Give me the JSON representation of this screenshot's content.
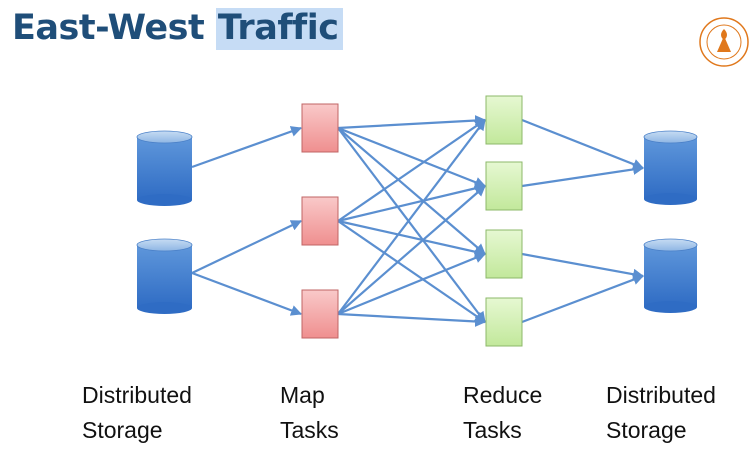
{
  "title": {
    "text1": "East-West",
    "text2": "Traffic"
  },
  "labels": {
    "storage_left": [
      "Distributed",
      "Storage"
    ],
    "map": [
      "Map",
      "Tasks"
    ],
    "reduce": [
      "Reduce",
      "Tasks"
    ],
    "storage_right": [
      "Distributed",
      "Storage"
    ]
  },
  "colors": {
    "title": "#1f4e79",
    "title_highlight": "#c6dcf5",
    "cylinder_top": "#9dc3e6",
    "cylinder_body": "#4a86d0",
    "map_box": "#f4a8a8",
    "reduce_box": "#cfeeb0",
    "arrow": "#5b8fd0",
    "logo": "#e0781c"
  },
  "icons": [
    "database-icon",
    "university-logo-icon"
  ]
}
